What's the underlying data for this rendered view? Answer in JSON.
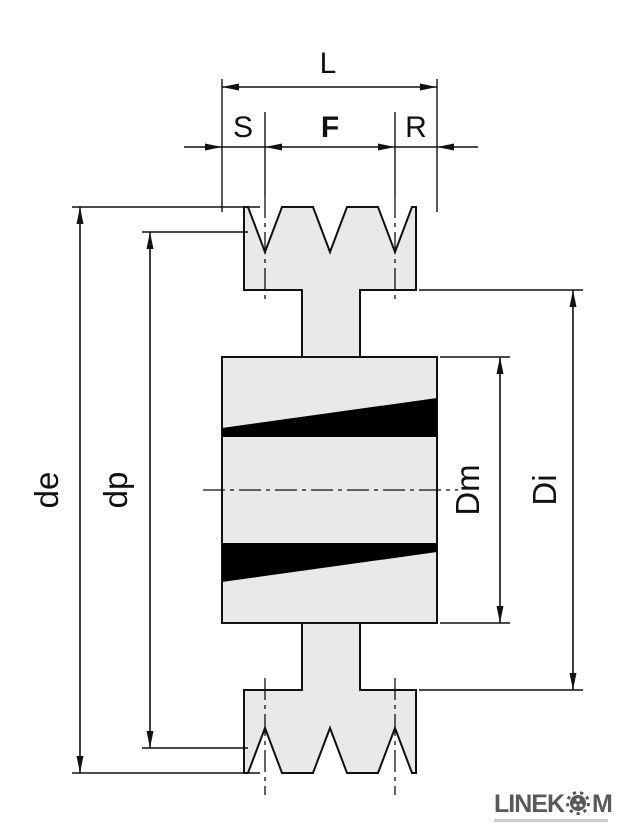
{
  "labels": {
    "total_width": "L",
    "edge_to_groove_left": "S",
    "groove_span": "F",
    "edge_to_groove_right": "R",
    "outer_diameter": "de",
    "pitch_diameter": "dp",
    "hub_diameter": "Dm",
    "rim_inner_diameter": "Di"
  },
  "logo": {
    "text_left": "LINEK",
    "text_right": "M"
  },
  "colors": {
    "outline": "#111111",
    "dimline": "#111111",
    "fill_light": "#e9e9e9",
    "wedge": "#000000",
    "logo_gray": "#58595b"
  }
}
